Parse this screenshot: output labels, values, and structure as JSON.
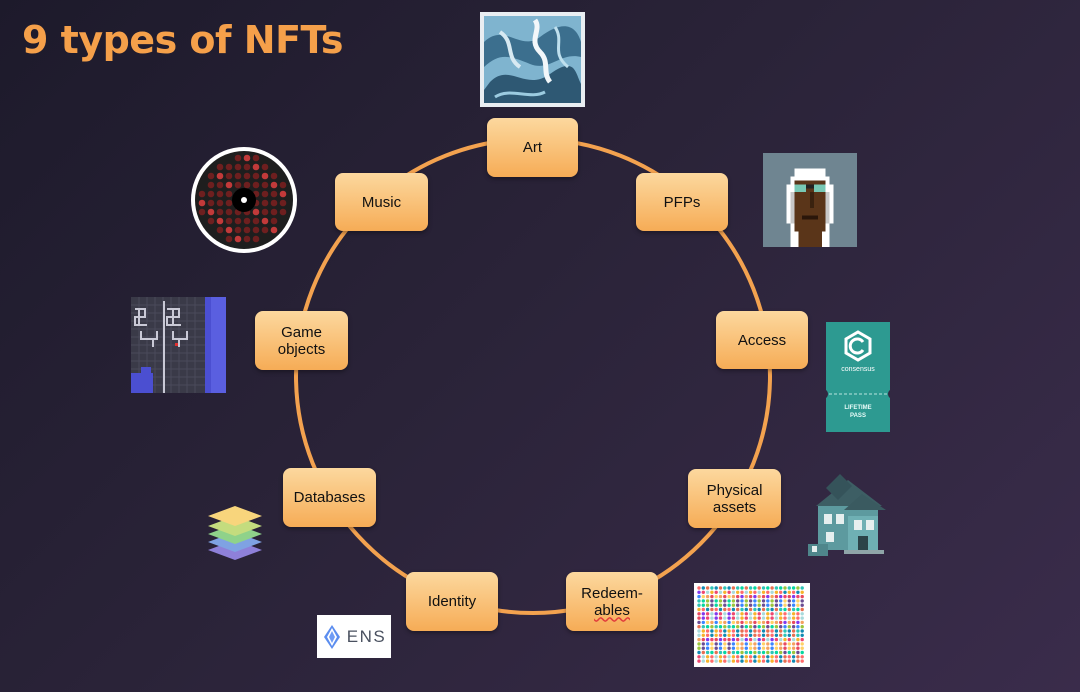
{
  "title": "9 types of NFTs",
  "colors": {
    "title": "#f5a04a",
    "node_top": "#fcd89e",
    "node_bottom": "#f6ac56",
    "ring": "#f3a24f"
  },
  "nodes": [
    {
      "id": "art",
      "label": "Art"
    },
    {
      "id": "pfps",
      "label": "PFPs"
    },
    {
      "id": "access",
      "label": "Access"
    },
    {
      "id": "physical",
      "line1": "Physical",
      "line2": "assets"
    },
    {
      "id": "redeemables",
      "line1": "Redeem-",
      "line2": "ables"
    },
    {
      "id": "identity",
      "label": "Identity"
    },
    {
      "id": "databases",
      "label": "Databases"
    },
    {
      "id": "game",
      "line1": "Game",
      "line2": "objects"
    },
    {
      "id": "music",
      "label": "Music"
    }
  ],
  "images": {
    "art": "marbled-art-image",
    "music": "dot-matrix-music-disc",
    "pfp": "pixel-avatar-punk",
    "access": "consensus-ticket",
    "game": "pixel-game-map",
    "physical": "house-image",
    "databases": "layered-stack-icon",
    "identity": "ens-logo",
    "redeemables": "colored-dots-painting"
  },
  "ticket": {
    "brand": "consensus",
    "tier_line1": "LIFETIME",
    "tier_line2": "PASS"
  },
  "ens": {
    "text": "ENS"
  }
}
